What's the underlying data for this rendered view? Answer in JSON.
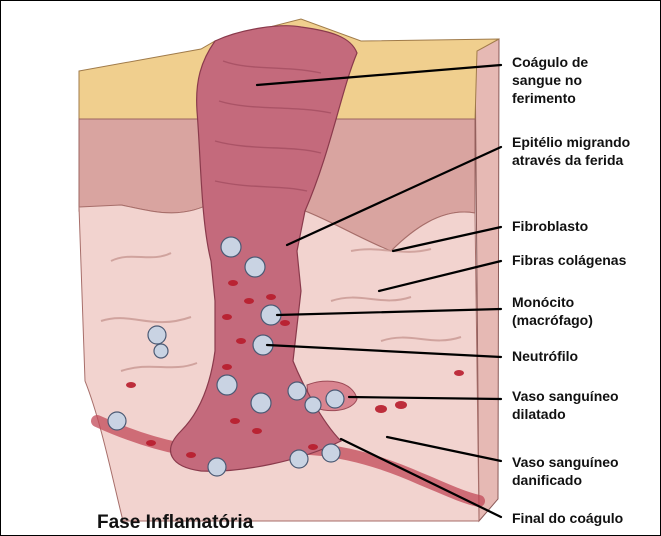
{
  "caption": "Fase Inflamatória",
  "labels": [
    {
      "id": "coagulo",
      "lines": [
        "Coágulo de",
        "sangue no",
        "ferimento"
      ]
    },
    {
      "id": "epitelio",
      "lines": [
        "Epitélio migrando",
        "através da ferida"
      ]
    },
    {
      "id": "fibroblasto",
      "lines": [
        "Fibroblasto"
      ]
    },
    {
      "id": "fibras",
      "lines": [
        "Fibras colágenas"
      ]
    },
    {
      "id": "monocito",
      "lines": [
        "Monócito",
        "(macrófago)"
      ]
    },
    {
      "id": "neutrofilo",
      "lines": [
        "Neutrófilo"
      ]
    },
    {
      "id": "vaso-dilatado",
      "lines": [
        "Vaso sanguíneo",
        "dilatado"
      ]
    },
    {
      "id": "vaso-danificado",
      "lines": [
        "Vaso sanguíneo",
        "danificado"
      ]
    },
    {
      "id": "final-coagulo",
      "lines": [
        "Final do coágulo"
      ]
    }
  ],
  "colors": {
    "skin_surface": "#f0cf8e",
    "epidermis": "#d9a4a0",
    "dermis": "#f2d3cf",
    "clot": "#c46a7c",
    "blood_cell": "#b81c2c",
    "leukocyte": "#c9d3e3",
    "text": "#111111"
  }
}
